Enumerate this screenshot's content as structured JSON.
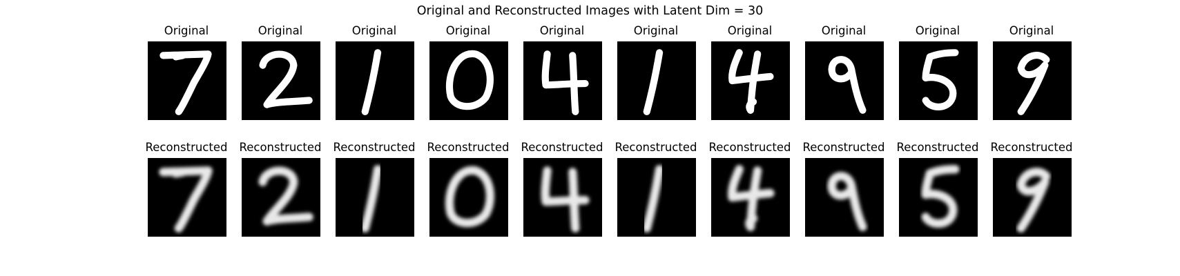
{
  "figure": {
    "suptitle": "Original and Reconstructed Images with Latent Dim = 30",
    "original_label": "Original",
    "reconstructed_label": "Reconstructed",
    "image_colormap": "gray",
    "digits": [
      "7",
      "2",
      "1",
      "0",
      "4",
      "1",
      "4",
      "9",
      "5",
      "9"
    ]
  }
}
